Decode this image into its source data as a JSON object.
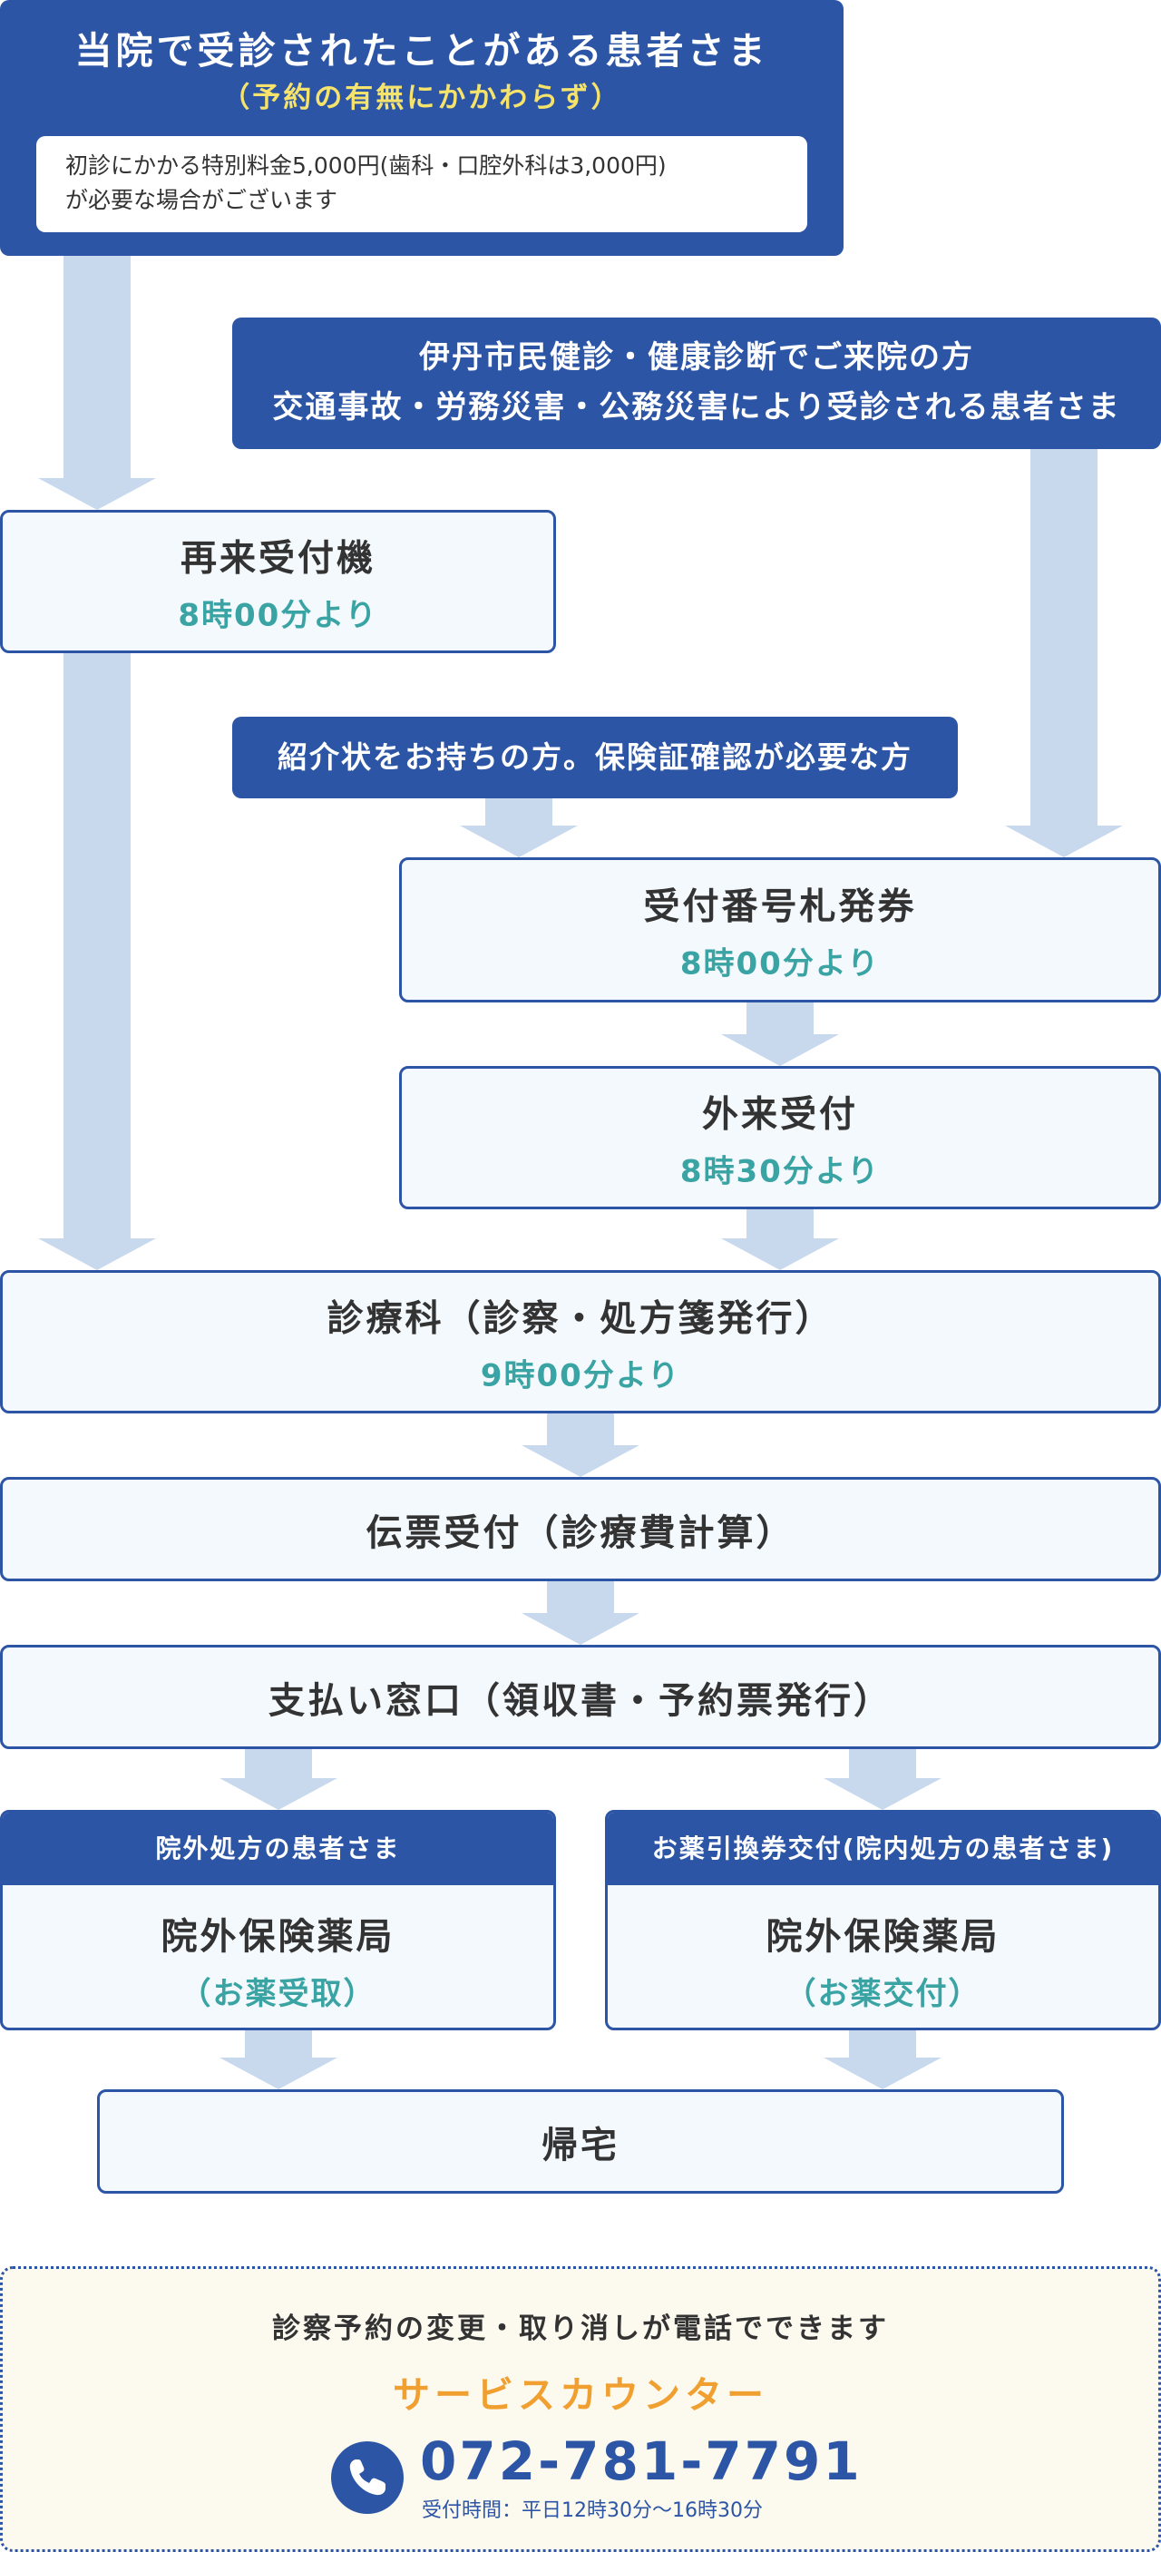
{
  "top": {
    "title": "当院で受診されたことがある患者さま",
    "subtitle": "（予約の有無にかかわらず）",
    "note_line1": "初診にかかる特別料金5,000円(歯科・口腔外科は3,000円)",
    "note_line2": "が必要な場合がございます"
  },
  "itami": {
    "line1": "伊丹市民健診・健康診断でご来院の方",
    "line2": "交通事故・労務災害・公務災害により受診される患者さま"
  },
  "reentry": {
    "title": "再来受付機",
    "time": "8時00分より"
  },
  "referral": {
    "label": "紹介状をお持ちの方。保険証確認が必要な方"
  },
  "ticket": {
    "title": "受付番号札発券",
    "time": "8時00分より"
  },
  "outpatient": {
    "title": "外来受付",
    "time": "8時30分より"
  },
  "department": {
    "title": "診療科（診察・処方箋発行）",
    "time": "9時00分より"
  },
  "slip": {
    "title": "伝票受付（診療費計算）"
  },
  "payment": {
    "title": "支払い窓口（領収書・予約票発行）"
  },
  "pharmacy_left": {
    "header": "院外処方の患者さま",
    "title": "院外保険薬局",
    "sub": "（お薬受取）"
  },
  "pharmacy_right": {
    "header": "お薬引換券交付(院内処方の患者さま)",
    "title": "院外保険薬局",
    "sub": "（お薬交付）"
  },
  "home": {
    "title": "帰宅"
  },
  "service": {
    "lead": "診察予約の変更・取り消しが電話でできます",
    "name": "サービスカウンター",
    "phone": "072-781-7791",
    "hours": "受付時間：平日12時30分～16時30分"
  },
  "colors": {
    "primary": "#2c55a6",
    "accent_time": "#3aa3a3",
    "service_orange": "#f0a030",
    "arrow": "#c8d9ee"
  },
  "icons": {
    "phone": "phone-icon"
  }
}
